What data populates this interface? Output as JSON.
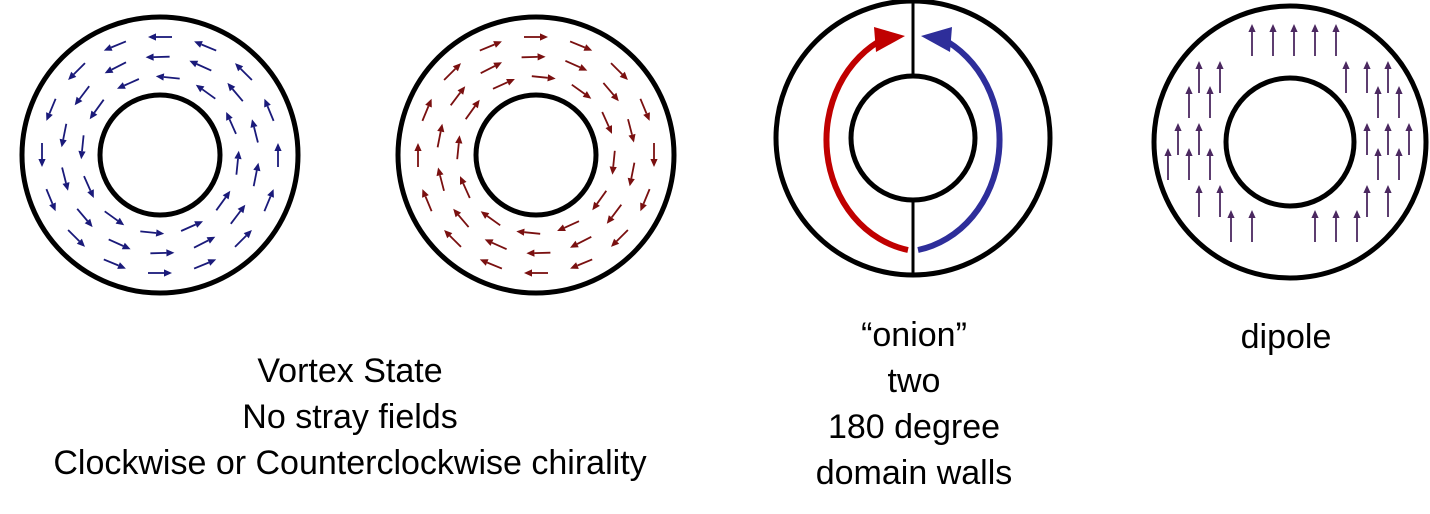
{
  "colors": {
    "vortex_cw": "#1a1a7a",
    "vortex_ccw": "#7a1010",
    "onion_left": "#c00000",
    "onion_right": "#2e2e9a",
    "dipole": "#4b2860",
    "ring": "#000000"
  },
  "captions": {
    "vortex": [
      "Vortex State",
      "No stray fields",
      "Clockwise or Counterclockwise chirality"
    ],
    "onion": [
      "“onion”",
      "two",
      "180 degree",
      "domain walls"
    ],
    "dipole": [
      "dipole"
    ]
  }
}
